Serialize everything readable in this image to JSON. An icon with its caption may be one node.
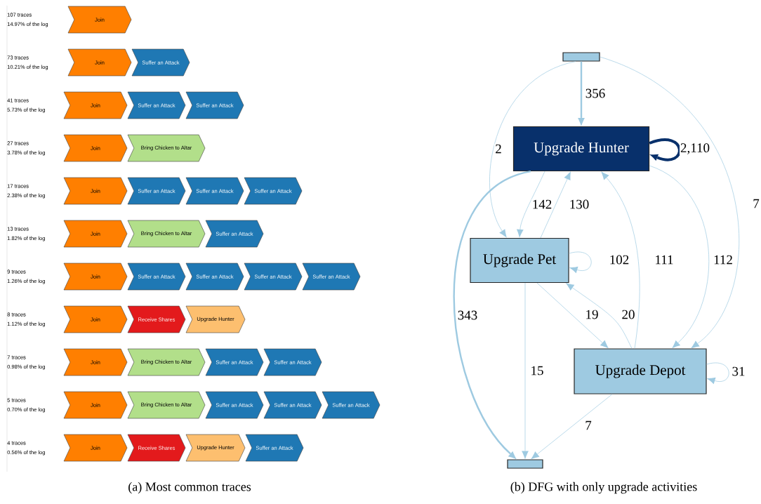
{
  "diagram": {
    "nodes": [
      {
        "text": [
          "Join"
        ],
        "beside": [
          "107 traces",
          "14.97% of the log"
        ]
      },
      {
        "text": [
          "Join"
        ],
        "beside": [
          "73 traces",
          "10.21% of the log"
        ]
      },
      {
        "text": [
          "Suffer an Attack"
        ]
      },
      {
        "text": [
          "Join"
        ],
        "beside": [
          "41 traces",
          "5.73% of the log"
        ]
      },
      {
        "text": [
          "Suffer an Attack"
        ]
      },
      {
        "text": [
          "Suffer an Attack"
        ]
      },
      {
        "text": [
          "Join"
        ],
        "beside": [
          "27 traces",
          "3.78% of the log"
        ]
      },
      {
        "text": [
          "Bring Chicken to Altar"
        ]
      },
      {
        "text": [
          "Join"
        ],
        "beside": [
          "17 traces",
          "2.38% of the log"
        ]
      },
      {
        "text": [
          "Suffer an Attack"
        ]
      },
      {
        "text": [
          "Suffer an Attack"
        ]
      },
      {
        "text": [
          "Suffer an Attack"
        ]
      },
      {
        "text": [
          "Join"
        ],
        "beside": [
          "13 traces",
          "1.82% of the log"
        ]
      },
      {
        "text": [
          "Bring Chicken to Altar"
        ]
      },
      {
        "text": [
          "Suffer an Attack"
        ]
      },
      {
        "text": [
          "Join"
        ],
        "beside": [
          "9 traces",
          "1.26% of the log"
        ]
      },
      {
        "text": [
          "Suffer an Attack"
        ]
      },
      {
        "text": [
          "Suffer an Attack"
        ]
      },
      {
        "text": [
          "Suffer an Attack"
        ]
      },
      {
        "text": [
          "Suffer an Attack"
        ]
      },
      {
        "text": [
          "Join"
        ],
        "beside": [
          "8 traces",
          "1.12% of the log"
        ]
      },
      {
        "text": [
          "Receive Shares"
        ]
      },
      {
        "text": [
          "Upgrade Hunter"
        ]
      },
      {
        "text": [
          "Join"
        ],
        "beside": [
          "7 traces",
          "0.98% of the log"
        ]
      },
      {
        "text": [
          "Bring Chicken to Altar"
        ]
      },
      {
        "text": [
          "Suffer an Attack"
        ]
      },
      {
        "text": [
          "Suffer an Attack"
        ]
      },
      {
        "text": [
          "Join"
        ],
        "beside": [
          "5 traces",
          "0.70% of the log"
        ]
      },
      {
        "text": [
          "Bring Chicken to Altar"
        ]
      },
      {
        "text": [
          "Suffer an Attack"
        ]
      },
      {
        "text": [
          "Suffer an Attack"
        ]
      },
      {
        "text": [
          "Suffer an Attack"
        ]
      },
      {
        "text": [
          "Join"
        ],
        "beside": [
          "4 traces",
          "0.56% of the log"
        ]
      },
      {
        "text": [
          "Receive Shares"
        ]
      },
      {
        "text": [
          "Upgrade Hunter"
        ]
      },
      {
        "text": [
          "Suffer an Attack"
        ]
      },
      {
        "text": [],
        "shape": "box"
      },
      {
        "text": [
          "Upgrade Hunter"
        ]
      },
      {
        "text": [
          "Upgrade Pet"
        ]
      },
      {
        "text": [
          "Upgrade Depot"
        ]
      },
      {
        "text": [],
        "shape": "box"
      }
    ],
    "edges": [
      {
        "from": 36,
        "to": 37,
        "arrow": "to",
        "label": "356",
        "style": "thick"
      },
      {
        "from": 36,
        "to": 38,
        "arrow": "to",
        "label": "2"
      },
      {
        "from": 36,
        "to": 39,
        "arrow": "to",
        "label": "7"
      },
      {
        "from": 37,
        "to": 37,
        "arrow": "to",
        "label": "2,110",
        "style": "thick",
        "color": "#08306b"
      },
      {
        "from": 37,
        "to": 38,
        "arrow": "to",
        "label": "142"
      },
      {
        "from": 38,
        "to": 37,
        "arrow": "to",
        "label": "130"
      },
      {
        "from": 38,
        "to": 38,
        "arrow": "to",
        "label": "102"
      },
      {
        "from": 39,
        "to": 37,
        "arrow": "to",
        "label": "111"
      },
      {
        "from": 37,
        "to": 39,
        "arrow": "to",
        "label": "112"
      },
      {
        "from": 38,
        "to": 39,
        "arrow": "to",
        "label": "19"
      },
      {
        "from": 39,
        "to": 38,
        "arrow": "to",
        "label": "20"
      },
      {
        "from": 37,
        "to": 40,
        "arrow": "to",
        "label": "343",
        "style": "thick"
      },
      {
        "from": 38,
        "to": 40,
        "arrow": "to",
        "label": "15"
      },
      {
        "from": 39,
        "to": 39,
        "arrow": "to",
        "label": "31"
      },
      {
        "from": 39,
        "to": 40,
        "arrow": "to",
        "label": "7"
      }
    ],
    "labels": [
      "(a) Most common traces",
      "(b) DFG with only upgrade activities"
    ]
  }
}
